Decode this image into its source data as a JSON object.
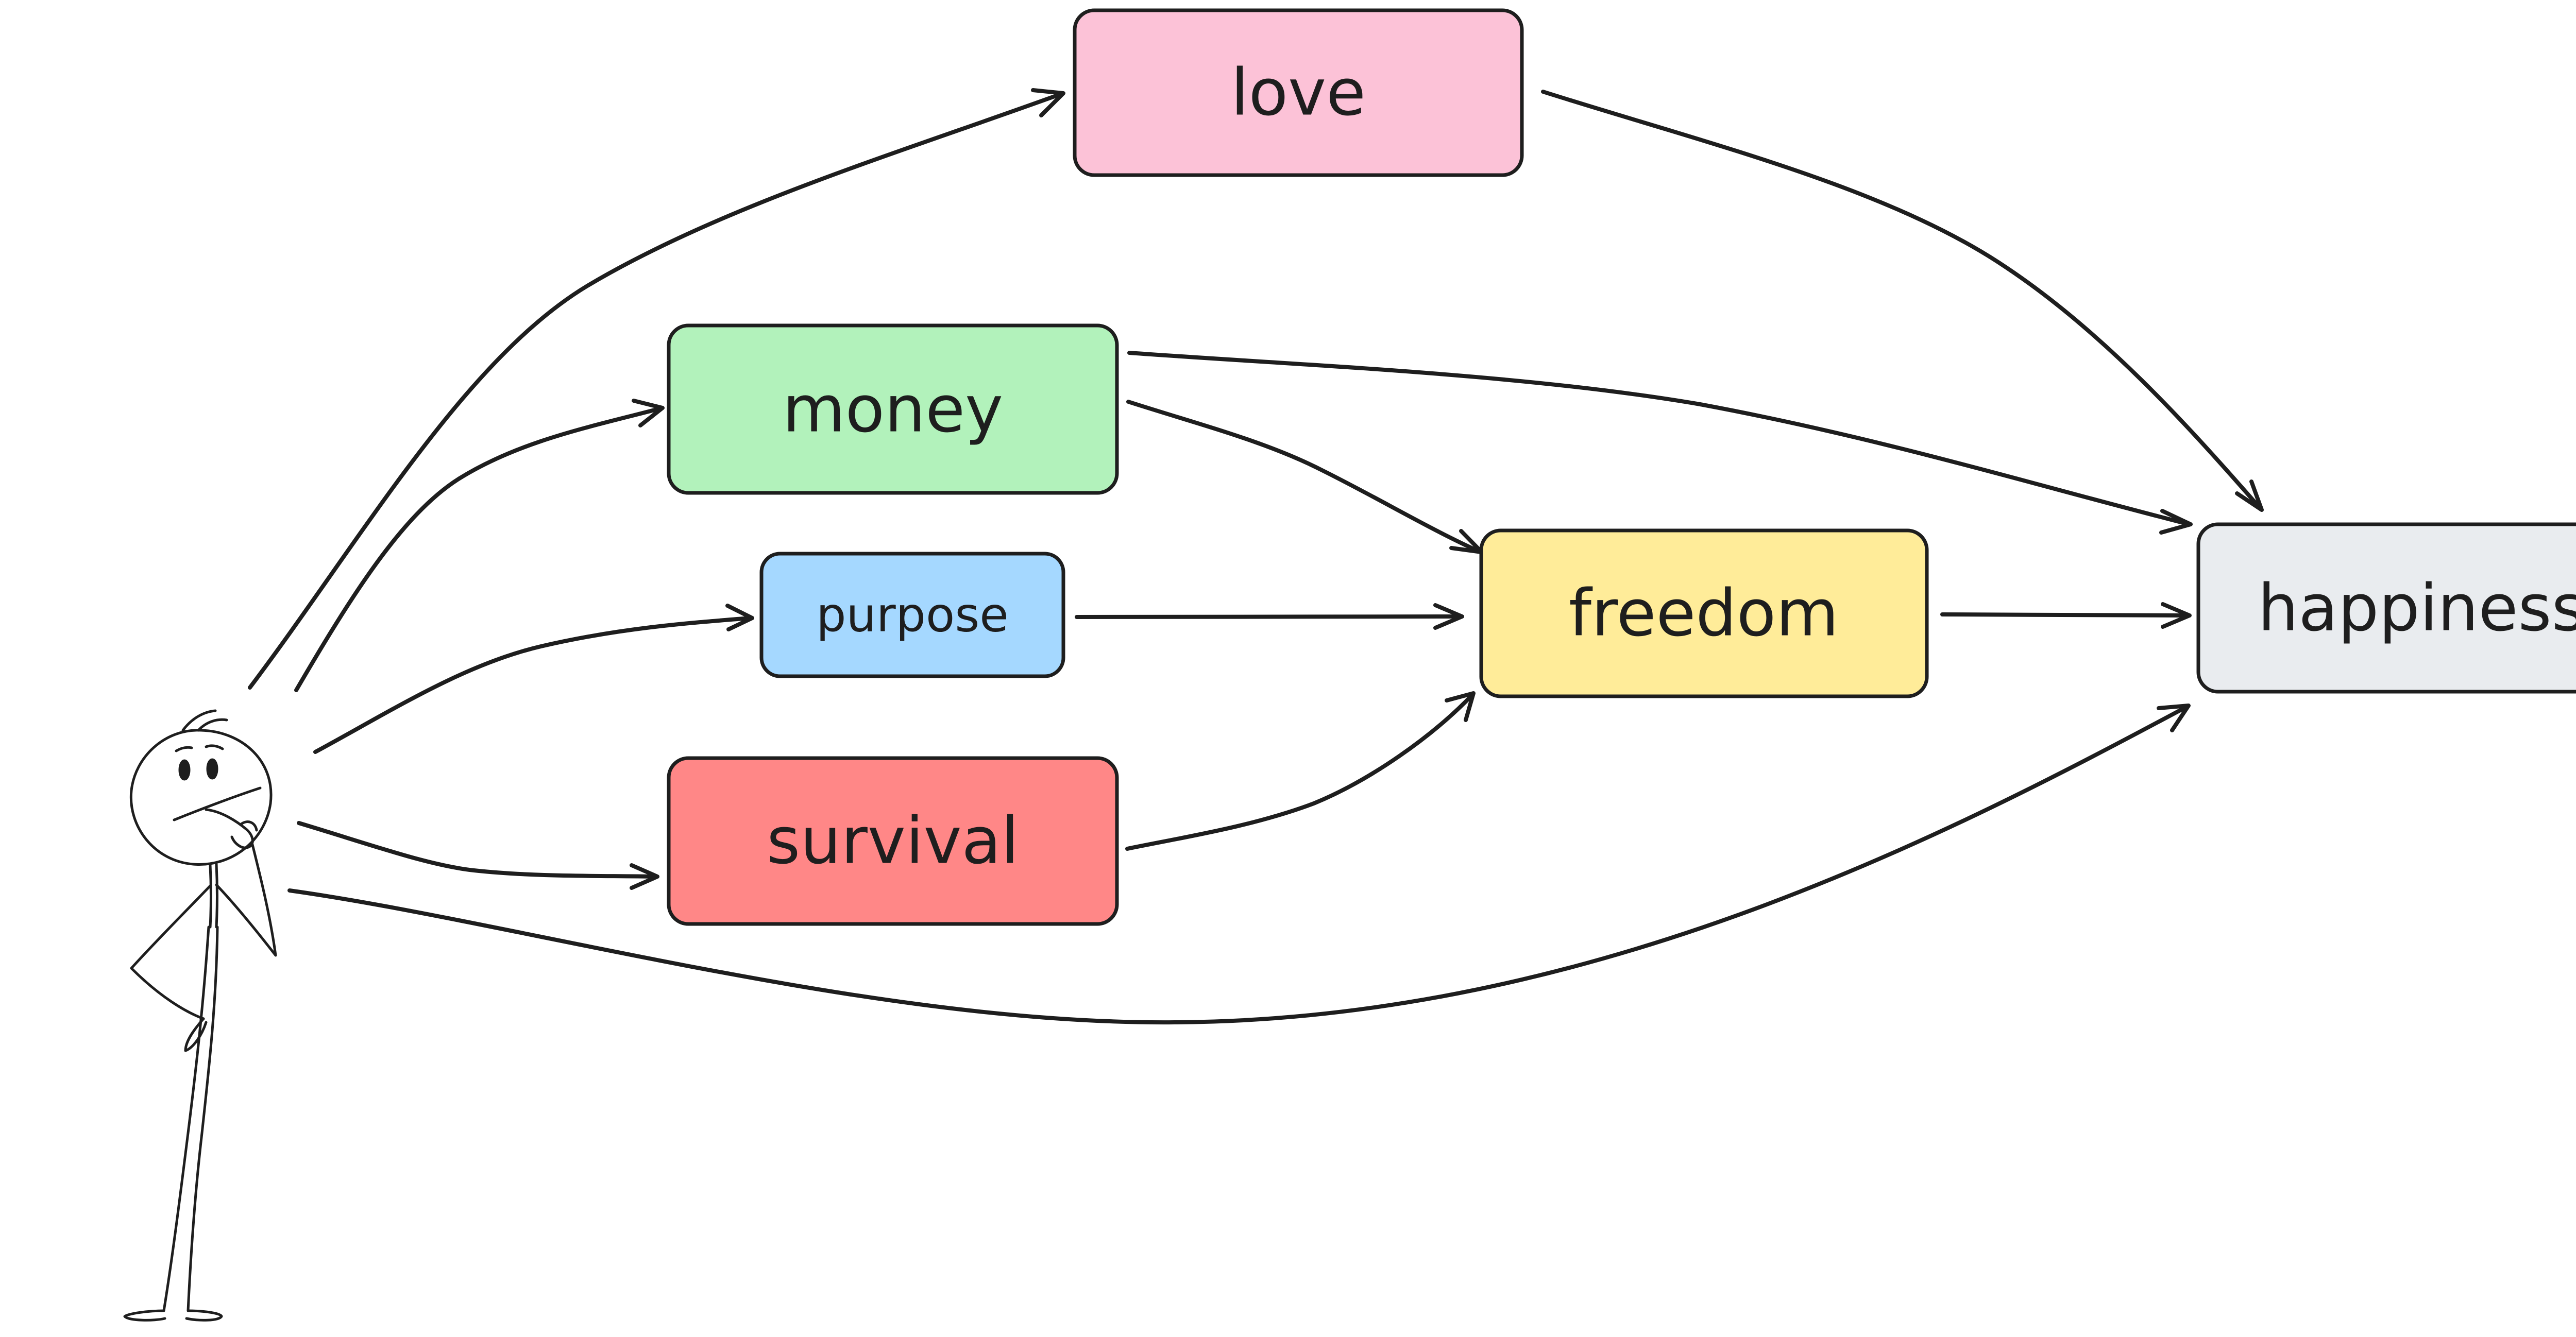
{
  "diagram": {
    "nodes": [
      {
        "id": "love",
        "label": "love",
        "color": "#fcc2d7"
      },
      {
        "id": "money",
        "label": "money",
        "color": "#b2f2bb"
      },
      {
        "id": "purpose",
        "label": "purpose",
        "color": "#a5d8ff"
      },
      {
        "id": "survival",
        "label": "survival",
        "color": "#ff8787"
      },
      {
        "id": "freedom",
        "label": "freedom",
        "color": "#ffec99"
      },
      {
        "id": "happiness",
        "label": "happiness",
        "color": "#e9ecef"
      }
    ],
    "edges": [
      {
        "from": "person",
        "to": "love"
      },
      {
        "from": "person",
        "to": "money"
      },
      {
        "from": "person",
        "to": "purpose"
      },
      {
        "from": "person",
        "to": "survival"
      },
      {
        "from": "person",
        "to": "happiness"
      },
      {
        "from": "love",
        "to": "happiness"
      },
      {
        "from": "money",
        "to": "happiness"
      },
      {
        "from": "money",
        "to": "freedom"
      },
      {
        "from": "purpose",
        "to": "freedom"
      },
      {
        "from": "survival",
        "to": "freedom"
      },
      {
        "from": "freedom",
        "to": "happiness"
      }
    ],
    "stroke_color": "#1e1e1e"
  }
}
